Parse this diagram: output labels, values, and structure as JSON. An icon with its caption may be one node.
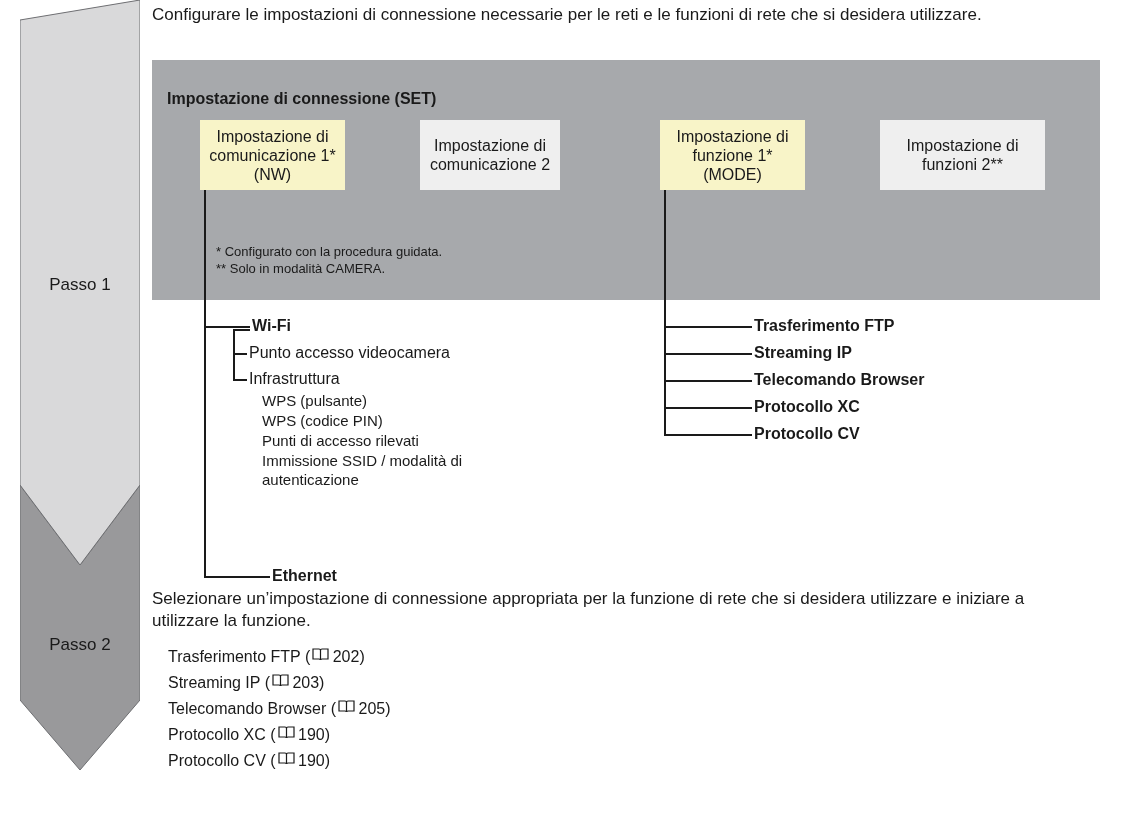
{
  "diagram": {
    "nodes": [
      {
        "text": [
          "Passo 1"
        ]
      },
      {
        "text": [
          "Passo 2"
        ]
      },
      {
        "text": [
          "Impostazione di connessione (SET)"
        ]
      },
      {
        "text": [
          "Impostazione di comunicazione 1* (NW)"
        ],
        "in": 2
      },
      {
        "text": [
          "Impostazione di comunicazione 2"
        ],
        "in": 2
      },
      {
        "text": [
          "Impostazione di funzione 1* (MODE)"
        ],
        "in": 2
      },
      {
        "text": [
          "Impostazione di funzioni 2**"
        ],
        "in": 2
      },
      {
        "text": [
          "Wi-Fi"
        ]
      },
      {
        "text": [
          "Punto accesso videocamera"
        ]
      },
      {
        "text": [
          "Infrastruttura"
        ]
      },
      {
        "text": [
          "Ethernet"
        ]
      },
      {
        "text": [
          "Trasferimento FTP"
        ]
      },
      {
        "text": [
          "Streaming IP"
        ]
      },
      {
        "text": [
          "Telecomando Browser"
        ]
      },
      {
        "text": [
          "Protocollo XC"
        ]
      },
      {
        "text": [
          "Protocollo CV"
        ]
      }
    ],
    "edges": [
      {
        "from": 3,
        "to": 7,
        "arrow": "none"
      },
      {
        "from": 7,
        "to": 8,
        "arrow": "none"
      },
      {
        "from": 7,
        "to": 9,
        "arrow": "none"
      },
      {
        "from": 3,
        "to": 10,
        "arrow": "none"
      },
      {
        "from": 5,
        "to": 11,
        "arrow": "none"
      },
      {
        "from": 5,
        "to": 12,
        "arrow": "none"
      },
      {
        "from": 5,
        "to": 13,
        "arrow": "none"
      },
      {
        "from": 5,
        "to": 14,
        "arrow": "none"
      },
      {
        "from": 5,
        "to": 15,
        "arrow": "none"
      }
    ],
    "labels": [
      "Configurare le impostazioni di connessione necessarie per le reti e le funzioni di rete che si desidera utilizzare.",
      "* Configurato con la procedura guidata.",
      "** Solo in modalità CAMERA.",
      "WPS (pulsante)",
      "WPS (codice PIN)",
      "Punti di accesso rilevati",
      "Immissione SSID / modalità di autenticazione",
      "Selezionare un’impostazione di connessione appropriata per la funzione di rete che si desidera utilizzare e iniziare a utilizzare la funzione.",
      "Trasferimento FTP ( 202)",
      "Streaming IP ( 203)",
      "Telecomando Browser ( 205)",
      "Protocollo XC ( 190)",
      "Protocollo CV ( 190)"
    ]
  }
}
